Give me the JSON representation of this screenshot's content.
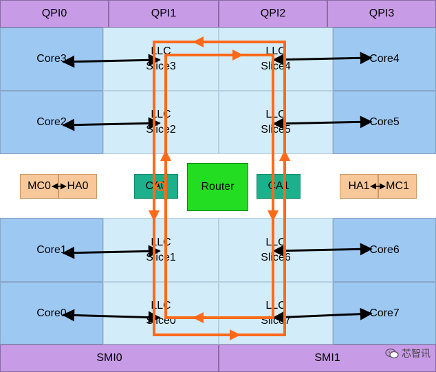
{
  "qpi": [
    "QPI0",
    "QPI1",
    "QPI2",
    "QPI3"
  ],
  "smi": [
    "SMI0",
    "SMI1"
  ],
  "cores": {
    "core3": "Core3",
    "core4": "Core4",
    "core2": "Core2",
    "core5": "Core5",
    "core1": "Core1",
    "core6": "Core6",
    "core0": "Core0",
    "core7": "Core7"
  },
  "llc": {
    "slice3": [
      "LLC",
      "Slice3"
    ],
    "slice4": [
      "LLC",
      "Slice4"
    ],
    "slice2": [
      "LLC",
      "Slice2"
    ],
    "slice5": [
      "LLC",
      "Slice5"
    ],
    "slice1": [
      "LLC",
      "Slice1"
    ],
    "slice6": [
      "LLC",
      "Slice6"
    ],
    "slice0": [
      "LLC",
      "Slice0"
    ],
    "slice7": [
      "LLC",
      "Slice7"
    ]
  },
  "middle": {
    "mc0": "MC0",
    "ha0": "HA0",
    "ca0": "CA0",
    "router": "Router",
    "ca1": "CA1",
    "ha1": "HA1",
    "mc1": "MC1"
  },
  "watermark": "芯智讯",
  "colors": {
    "qpi": "#c89be6",
    "core": "#9cc8f2",
    "llc": "#d2ecfa",
    "mc": "#f8c79a",
    "ca": "#1cb08c",
    "router": "#22dd22",
    "ring": "#ff6a1a"
  }
}
